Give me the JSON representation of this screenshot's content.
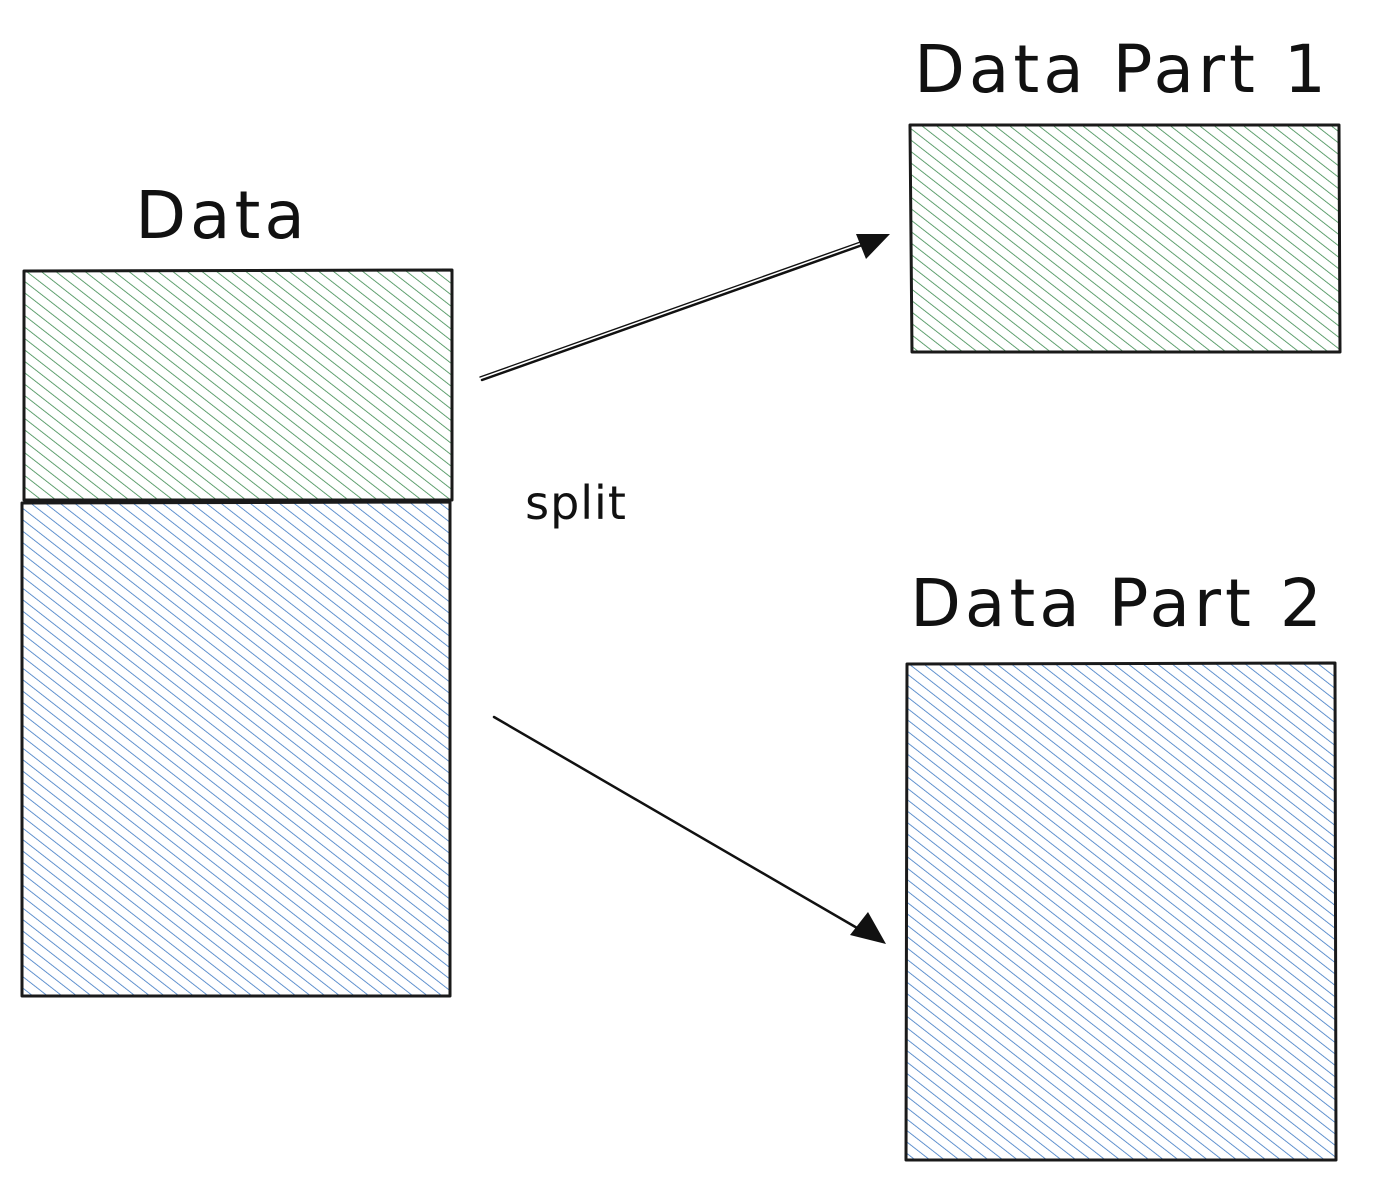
{
  "colors": {
    "part1_fill": "#3a8a4e",
    "part2_fill": "#3b78c3",
    "outline": "#1a1a1a",
    "text": "#111111"
  },
  "labels": {
    "source": "Data",
    "action": "split",
    "part1": "Data Part 1",
    "part2": "Data Part 2"
  },
  "source_block": {
    "segments": [
      "part1",
      "part2"
    ]
  },
  "arrows": [
    {
      "from": "source",
      "to": "part1"
    },
    {
      "from": "source",
      "to": "part2"
    }
  ]
}
